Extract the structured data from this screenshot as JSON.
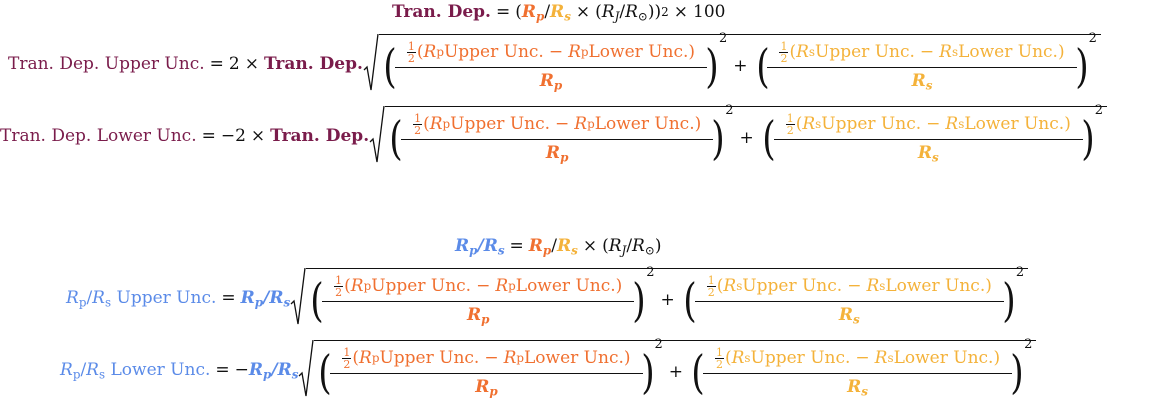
{
  "colors": {
    "depth": "#7a1c4b",
    "planet": "#f07030",
    "star": "#f4b23a",
    "ratio": "#5b8be8"
  },
  "sym": {
    "tran_dep": "Tran. Dep.",
    "tran_dep_upper": "Tran. Dep. Upper Unc.",
    "tran_dep_lower": "Tran. Dep. Lower Unc.",
    "R": "R",
    "p": "p",
    "s": "s",
    "J": "J",
    "sun": "⊙",
    "upper_unc": " Upper Unc.",
    "lower_unc": " Lower Unc.",
    "unc_upper_word": " Upper Unc.",
    "unc_lower_word": " Lower Unc."
  },
  "ops": {
    "eq": "=",
    "times": "×",
    "minus": "−",
    "plus": "+",
    "slash": "/",
    "two": "2",
    "neg_two": "−2",
    "neg": "−",
    "hundred": "100",
    "half_num": "1",
    "half_den": "2",
    "lparen": "(",
    "rparen": ")"
  }
}
